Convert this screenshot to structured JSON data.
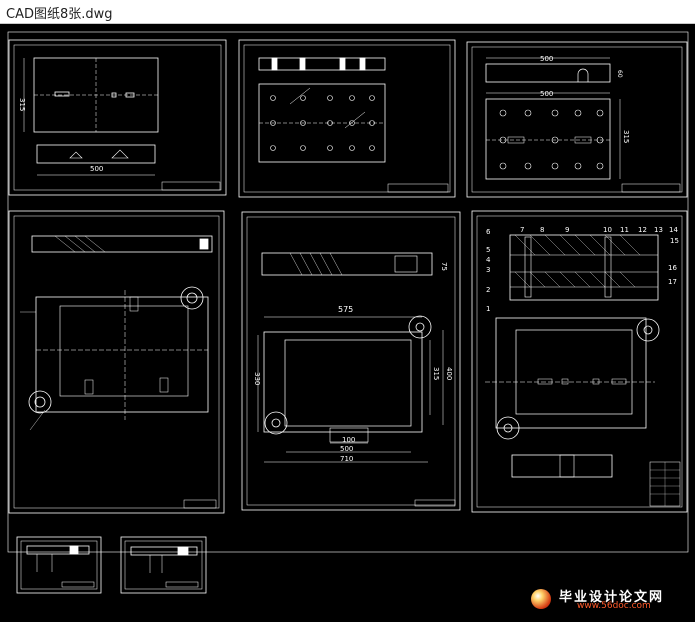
{
  "window": {
    "title": "CAD图纸8张.dwg"
  },
  "drawings": [
    {
      "id": "sheet-1",
      "dims": [
        "315",
        "500"
      ]
    },
    {
      "id": "sheet-2",
      "dims": []
    },
    {
      "id": "sheet-3",
      "dims": [
        "500",
        "500",
        "315",
        "60"
      ]
    },
    {
      "id": "sheet-4",
      "dims": []
    },
    {
      "id": "sheet-5",
      "dims": [
        "575",
        "330",
        "315",
        "400",
        "100",
        "500",
        "710",
        "75"
      ]
    },
    {
      "id": "sheet-6",
      "balloons": [
        "1",
        "2",
        "3",
        "4",
        "5",
        "6",
        "7",
        "8",
        "9",
        "10",
        "11",
        "12",
        "13",
        "14",
        "15",
        "16",
        "17"
      ]
    },
    {
      "id": "sheet-7",
      "dims": []
    },
    {
      "id": "sheet-8",
      "dims": []
    }
  ],
  "watermark": {
    "text": "毕业设计论文网",
    "url": "www.56doc.com"
  },
  "colors": {
    "background": "#000000",
    "line": "#ffffff",
    "titlebar": "#ffffff"
  }
}
